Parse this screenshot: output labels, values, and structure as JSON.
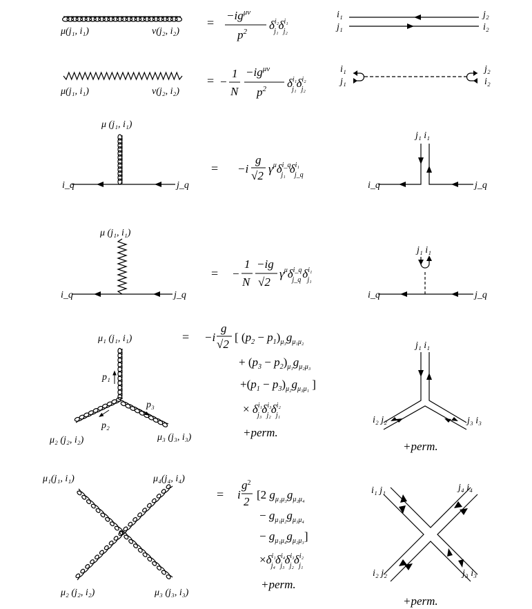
{
  "rules": [
    {
      "id": "gluon-propagator",
      "left_label": "μ(j₁, i₁)",
      "right_label": "ν(j₂, i₂)",
      "equals": "=",
      "expression": "−ig^{μν}/p² δ^{i₂}_{j₁} δ^{i₁}_{j₂}",
      "dl_top_left": "i₁",
      "dl_bottom_left": "j₁",
      "dl_top_right": "j₂",
      "dl_bottom_right": "i₂"
    },
    {
      "id": "u1-propagator",
      "left_label": "μ(j₁, i₁)",
      "right_label": "ν(j₂, i₂)",
      "equals": "=",
      "expression": "−1/N · −ig^{μν}/p² δ^{i₁}_{j₁} δ^{i₂}_{j₂}",
      "dl_top_left": "i₁",
      "dl_bottom_left": "j₁",
      "dl_top_right": "j₂",
      "dl_bottom_right": "i₂"
    },
    {
      "id": "quark-gluon-vertex",
      "top_label": "μ (j₁, i₁)",
      "left_label": "i_q",
      "right_label": "j_q",
      "equals": "=",
      "expression": "−i g/√2 γ^μ δ^{i_q}_{j₁} δ^{i₁}_{j_q}",
      "dl_top": "j₁ i₁",
      "dl_left": "i_q",
      "dl_right": "j_q"
    },
    {
      "id": "quark-u1-vertex",
      "top_label": "μ (j₁, i₁)",
      "left_label": "i_q",
      "right_label": "j_q",
      "equals": "=",
      "expression": "−1/N · −ig/√2 γ^μ δ^{i_q}_{j_q} δ^{i₁}_{j₁}",
      "dl_top": "j₁ i₁",
      "dl_left": "i_q",
      "dl_right": "j_q"
    },
    {
      "id": "three-gluon-vertex",
      "top_label": "μ₁ (j₁, i₁)",
      "bl_label": "μ₂ (j₂, i₂)",
      "br_label": "μ₃ (j₃, i₃)",
      "p1": "p₁",
      "p2": "p₂",
      "p3": "p₃",
      "equals": "=",
      "lines": [
        "−i g/√2 [ (p₂ − p₁)_{μ₃} g_{μ₁μ₂}",
        "+ (p₃ − p₂)_{μ₁} g_{μ₂μ₃}",
        "+ (p₁ − p₃)_{μ₂} g_{μ₃μ₁} ]",
        "× δ^{i₁}_{j₃} δ^{i₃}_{j₂} δ^{i₂}_{j₁}",
        "+perm."
      ],
      "dl_top": "j₁ i₁",
      "dl_left": "i₂ j₂",
      "dl_right": "j₃ i₃",
      "dl_perm": "+perm."
    },
    {
      "id": "four-gluon-vertex",
      "tl_label": "μ₁(j₁, i₁)",
      "tr_label": "μ₄(j₄, i₄)",
      "bl_label": "μ₂ (j₂, i₂)",
      "br_label": "μ₃ (j₃, i₃)",
      "equals": "=",
      "lines": [
        "i g²/2 [2 g_{μ₁μ₃} g_{μ₂μ₄}",
        "− g_{μ₁μ₂} g_{μ₃μ₄}",
        "− g_{μ₁μ₄} g_{μ₂μ₃}]",
        "× δ^{i₁}_{j₄} δ^{i₄}_{j₃} δ^{i₃}_{j₂} δ^{i₂}_{j₁}",
        "+perm."
      ],
      "dl_tl": "i₁ j₁",
      "dl_tr": "j₄ i₄",
      "dl_bl": "i₂ j₂",
      "dl_br": "j₃ i₃",
      "dl_perm": "+perm."
    }
  ]
}
